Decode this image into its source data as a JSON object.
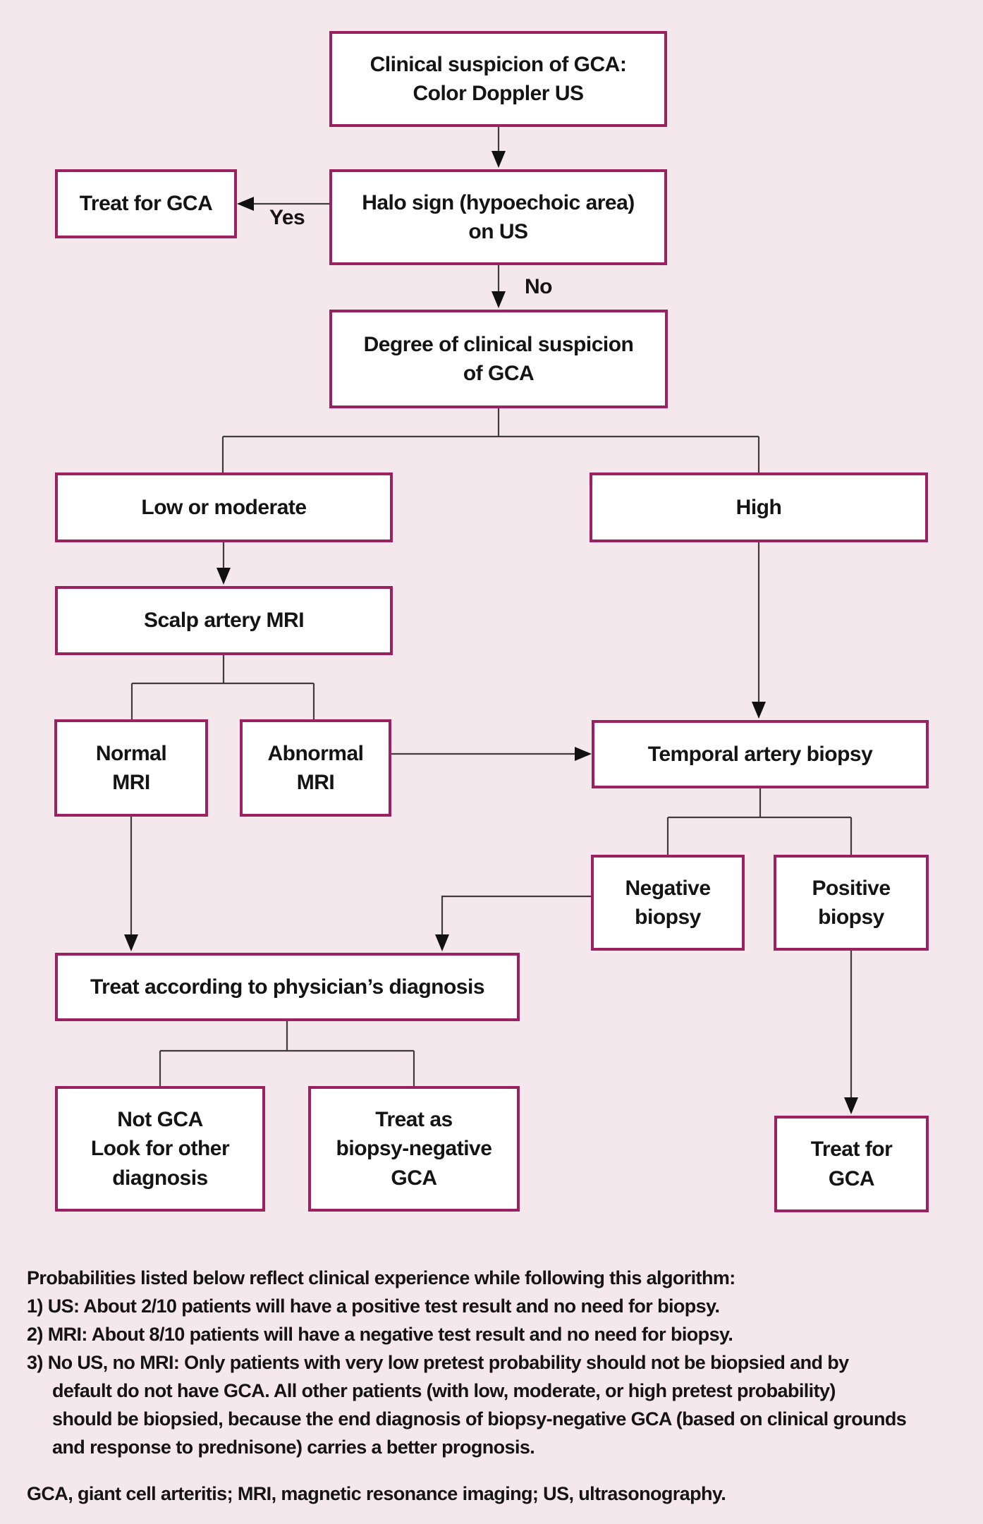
{
  "colors": {
    "page-bg": "#f5e8ed",
    "box-border": "#9c2161",
    "box-bg": "#ffffff",
    "line": "#3d3d3d",
    "text": "#141414"
  },
  "edge_labels": {
    "yes": "Yes",
    "no": "No"
  },
  "nodes": {
    "clinical": "Clinical suspicion of GCA:\nColor Doppler US",
    "treat_yes": "Treat for GCA",
    "halo": "Halo sign (hypoechoic area)\non US",
    "degree": "Degree of clinical suspicion\nof GCA",
    "low": "Low or moderate",
    "high": "High",
    "scalp": "Scalp artery MRI",
    "normal": "Normal\nMRI",
    "abnormal": "Abnormal\nMRI",
    "temporal": "Temporal artery biopsy",
    "negative": "Negative\nbiopsy",
    "positive": "Positive\nbiopsy",
    "treat_acc": "Treat according to physician’s diagnosis",
    "not_gca": "Not GCA\nLook for other\ndiagnosis",
    "treat_as": "Treat as\nbiopsy-negative\nGCA",
    "treat_pos": "Treat for\nGCA"
  },
  "footer": {
    "lines": [
      "Probabilities listed below reflect clinical experience while following this algorithm:",
      "1) US: About 2/10 patients will have a positive test result and no need for biopsy.",
      "2) MRI: About 8/10 patients will have a negative test result and no need for biopsy.",
      "3) No US, no MRI: Only patients with very low pretest probability should not be biopsied and by",
      "default do not have GCA. All other patients (with low, moderate, or high pretest probability)",
      "should be biopsied, because the end diagnosis of biopsy-negative GCA (based on clinical grounds",
      "and response to prednisone) carries a better prognosis.",
      "GCA, giant cell arteritis; MRI, magnetic resonance imaging; US, ultrasonography."
    ]
  }
}
